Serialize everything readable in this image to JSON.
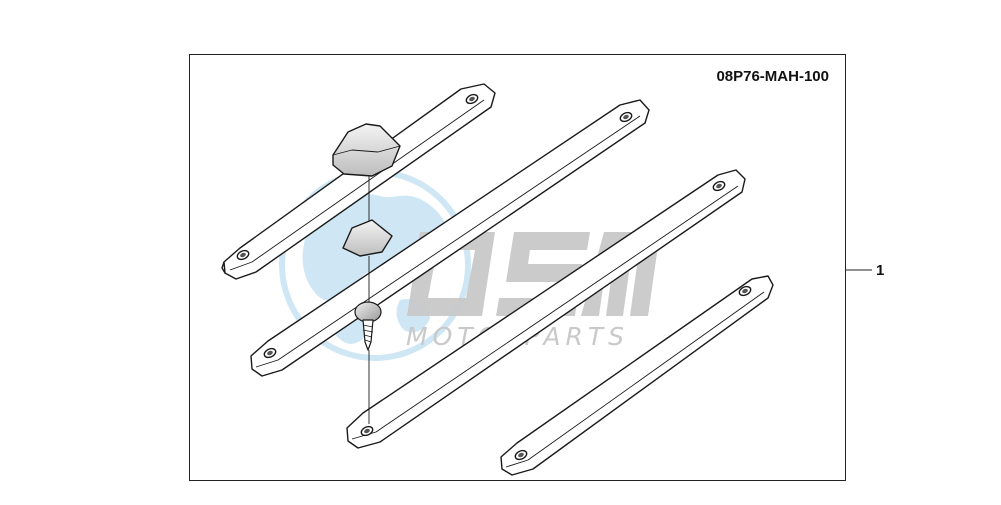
{
  "diagram": {
    "part_code": "08P76-MAH-100",
    "callout_number": "1"
  },
  "watermark": {
    "brand": "OSM",
    "subtitle": "MOTORPARTS",
    "globe_color": "#a9d4ee",
    "text_color": "#c9c9c9"
  },
  "colors": {
    "line": "#1a1a1a",
    "part_fill": "#ffffff",
    "cap_shade": "#cfcfcf",
    "background": "#ffffff"
  }
}
